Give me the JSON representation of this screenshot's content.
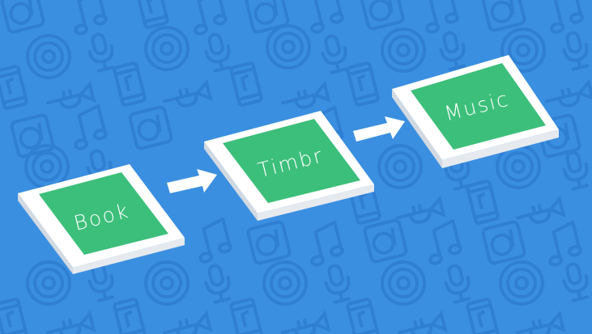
{
  "diagram": {
    "steps": [
      {
        "label": "Book"
      },
      {
        "label": "Timbr"
      },
      {
        "label": "Music"
      }
    ]
  },
  "colors": {
    "background": "#3b8fe0",
    "pattern": "#2f7fd3",
    "card_border": "#ffffff",
    "card_side": "#d9dfe6",
    "card_fill": "#3cbf7a",
    "arrow": "#ffffff"
  },
  "icons": [
    "vinyl-record-icon",
    "microphone-icon",
    "music-note-icon",
    "phone-icon",
    "trumpet-icon",
    "turntable-icon"
  ]
}
